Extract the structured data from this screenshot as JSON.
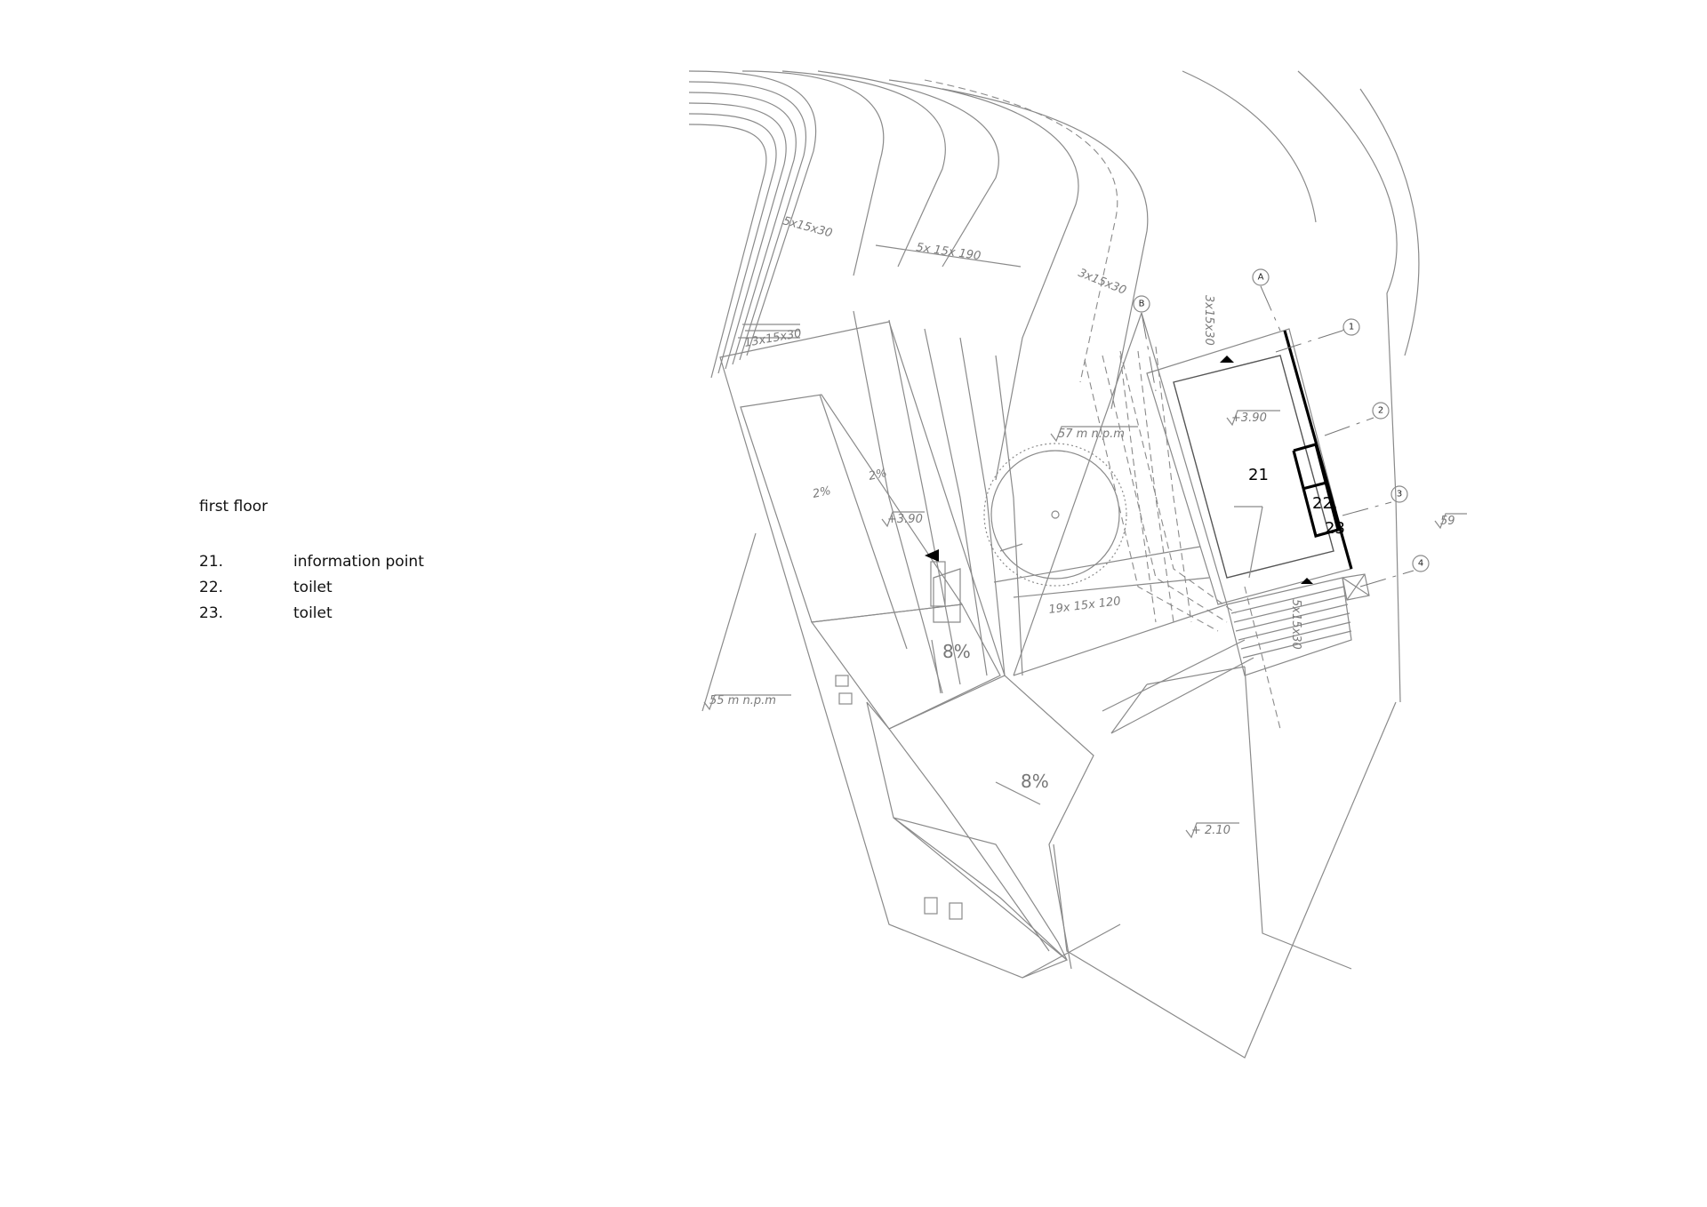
{
  "legend": {
    "title": "first floor",
    "items": [
      {
        "num": "21.",
        "label": "information point"
      },
      {
        "num": "22.",
        "label": "toilet"
      },
      {
        "num": "23.",
        "label": "toilet"
      }
    ]
  },
  "plan": {
    "rooms": [
      "21",
      "22.",
      "23"
    ],
    "grid_axes": [
      "A",
      "B",
      "1",
      "2",
      "3",
      "4"
    ],
    "stair_labels": [
      "5x15x30",
      "5x 15x 190",
      "3x15x30",
      "13x15x30",
      "3x15x30",
      "19x 15x 120",
      "5x15x30"
    ],
    "levels": [
      "+3.90",
      "+3.90",
      "+ 2.10",
      "57 m n.p.m",
      "55 m n.p.m",
      "59"
    ],
    "slopes": [
      "2%",
      "2%",
      "8%",
      "8%"
    ]
  },
  "colors": {
    "line": "#8a8a8a",
    "wall": "#000000",
    "text": "#111111"
  }
}
